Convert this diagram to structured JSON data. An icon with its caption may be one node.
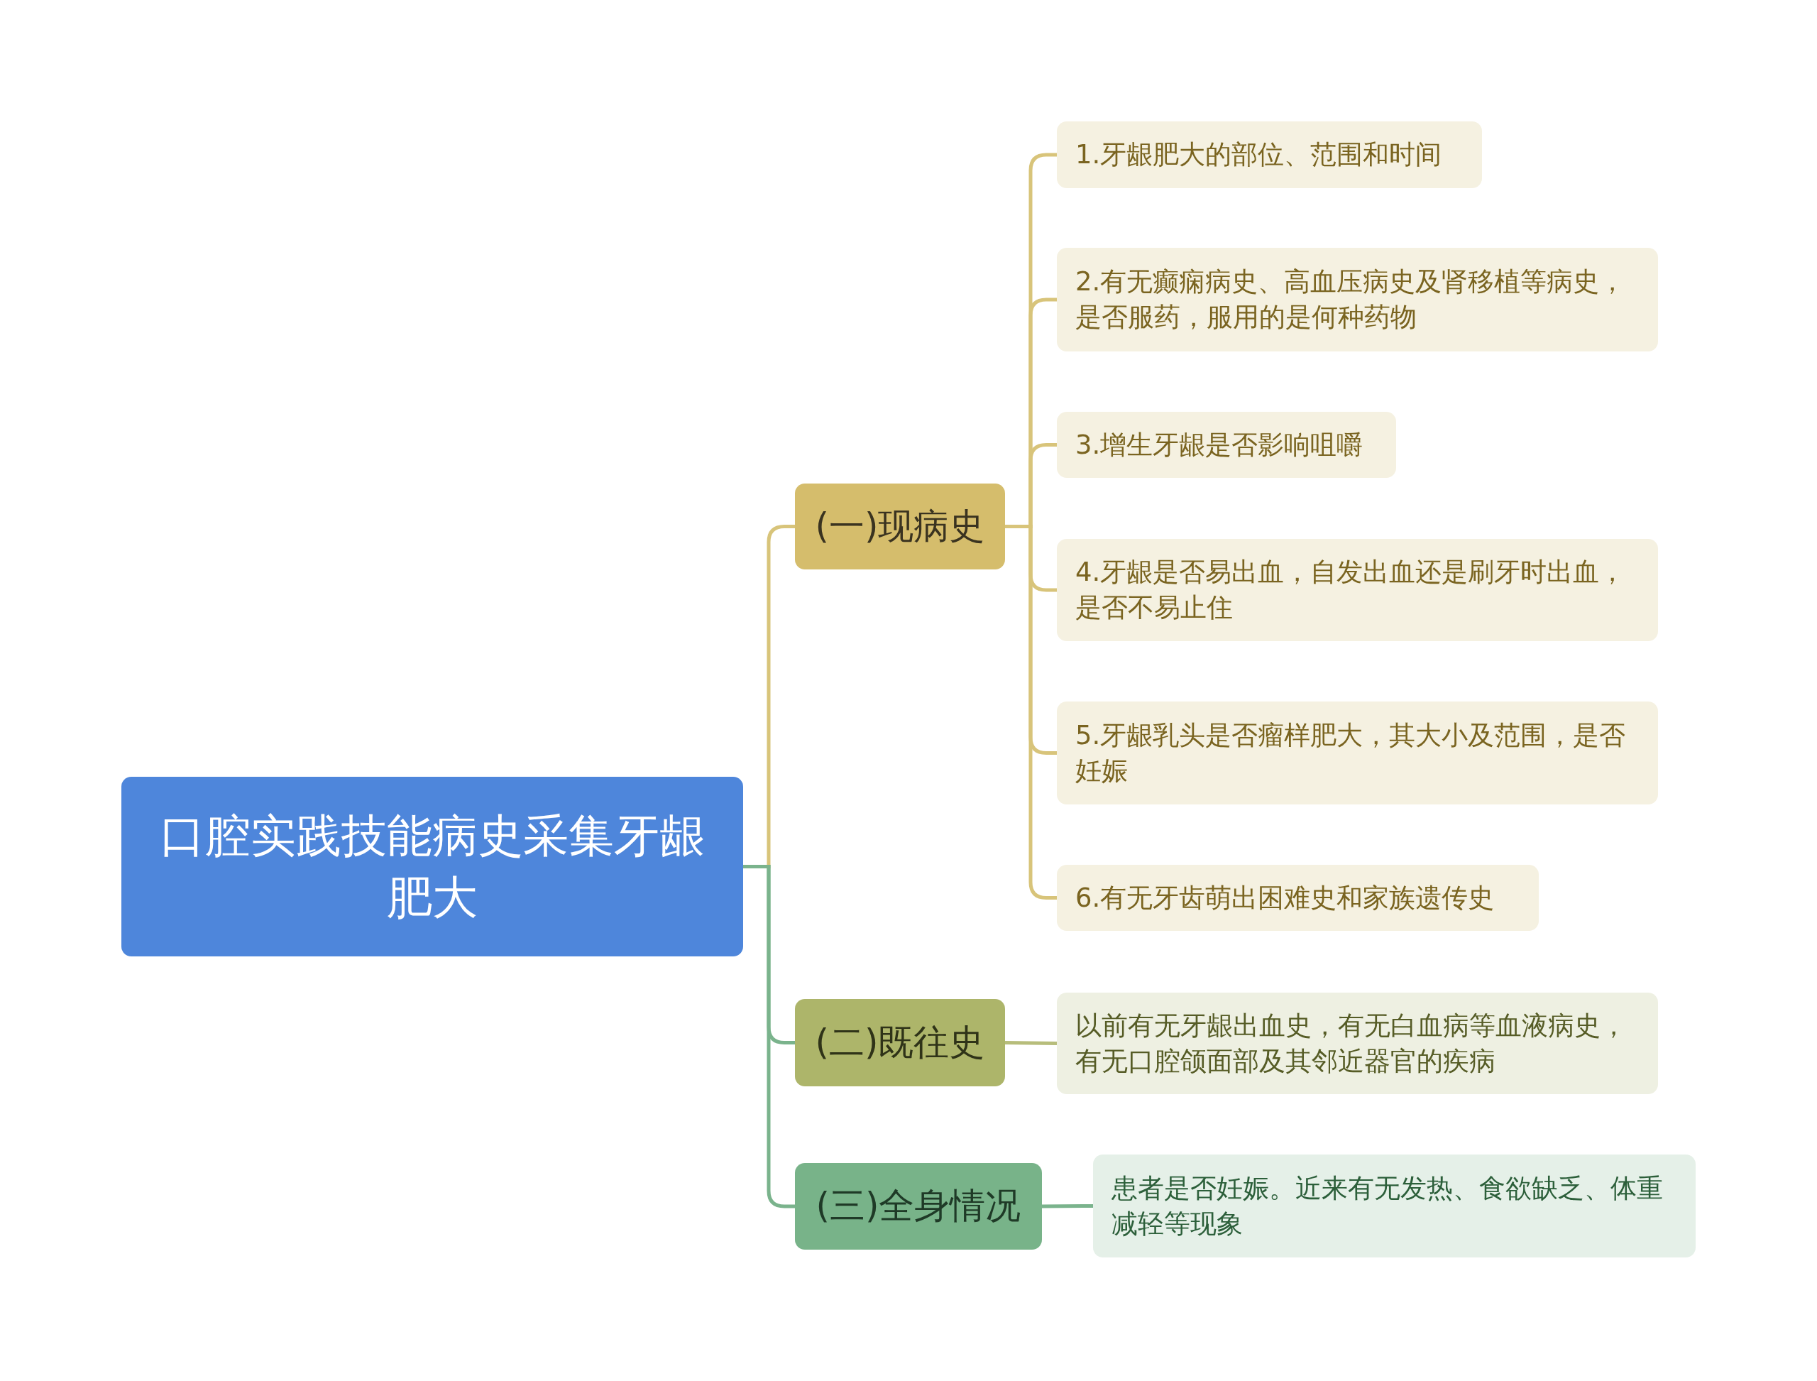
{
  "diagram": {
    "nodes": [
      {
        "text": [
          "口腔实践技能病史采集牙龈肥大"
        ]
      },
      {
        "text": [
          "(一)现病史"
        ]
      },
      {
        "text": [
          "1.牙龈肥大的部位、范围和时间"
        ]
      },
      {
        "text": [
          "2.有无癫痫病史、高血压病史及肾移植等病史，是否服药，服用的是何种药物"
        ]
      },
      {
        "text": [
          "3.增生牙龈是否影响咀嚼"
        ]
      },
      {
        "text": [
          "4.牙龈是否易出血，自发出血还是刷牙时出血，是否不易止住"
        ]
      },
      {
        "text": [
          "5.牙龈乳头是否瘤样肥大，其大小及范围，是否妊娠"
        ]
      },
      {
        "text": [
          "6.有无牙齿萌出困难史和家族遗传史"
        ]
      },
      {
        "text": [
          "(二)既往史"
        ]
      },
      {
        "text": [
          "以前有无牙龈出血史，有无白血病等血液病史，有无口腔颌面部及其邻近器官的疾病"
        ]
      },
      {
        "text": [
          "(三)全身情况"
        ]
      },
      {
        "text": [
          "患者是否妊娠。近来有无发热、食欲缺乏、体重减轻等现象"
        ]
      }
    ],
    "edges": [
      {
        "from": 0,
        "to": 1,
        "arrow": "none"
      },
      {
        "from": 0,
        "to": 8,
        "arrow": "none",
        "color": "#7ab38c"
      },
      {
        "from": 0,
        "to": 10,
        "arrow": "none",
        "color": "#7ab38c"
      },
      {
        "from": 1,
        "to": 2,
        "arrow": "none"
      },
      {
        "from": 1,
        "to": 3,
        "arrow": "none"
      },
      {
        "from": 1,
        "to": 4,
        "arrow": "none"
      },
      {
        "from": 1,
        "to": 5,
        "arrow": "none"
      },
      {
        "from": 1,
        "to": 6,
        "arrow": "none"
      },
      {
        "from": 1,
        "to": 7,
        "arrow": "none"
      },
      {
        "from": 8,
        "to": 9,
        "arrow": "none",
        "color": "#b7bd7b"
      },
      {
        "from": 10,
        "to": 11,
        "arrow": "none",
        "color": "#7ab38c"
      }
    ]
  }
}
